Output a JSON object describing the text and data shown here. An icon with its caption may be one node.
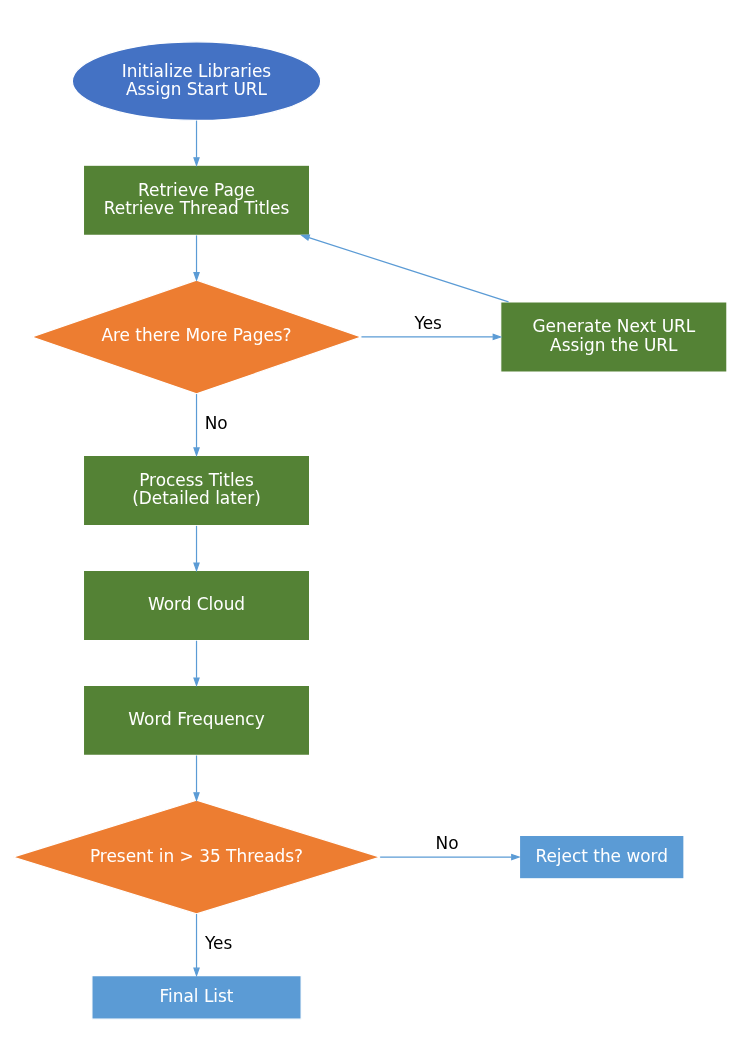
{
  "diagram": {
    "nodes": [
      {
        "text": [
          "Initialize Libraries",
          "Assign Start URL"
        ]
      },
      {
        "text": [
          "Retrieve Page",
          "Retrieve Thread Titles"
        ]
      },
      {
        "text": [
          "Are there More Pages?"
        ]
      },
      {
        "text": [
          "Generate Next URL",
          "Assign the URL"
        ]
      },
      {
        "text": [
          "Process Titles",
          "(Detailed later)"
        ]
      },
      {
        "text": [
          "Word Cloud"
        ]
      },
      {
        "text": [
          "Word Frequency"
        ]
      },
      {
        "text": [
          "Present in > 35 Threads?"
        ]
      },
      {
        "text": [
          "Reject the word"
        ]
      },
      {
        "text": [
          "Final List"
        ]
      }
    ],
    "edges": [
      {
        "from": 0,
        "to": 1,
        "arrow": "to"
      },
      {
        "from": 1,
        "to": 2,
        "arrow": "to"
      },
      {
        "from": 2,
        "to": 3,
        "arrow": "to",
        "label": "Yes"
      },
      {
        "from": 3,
        "to": 1,
        "arrow": "to"
      },
      {
        "from": 2,
        "to": 4,
        "arrow": "to",
        "label": "No"
      },
      {
        "from": 4,
        "to": 5,
        "arrow": "to"
      },
      {
        "from": 5,
        "to": 6,
        "arrow": "to"
      },
      {
        "from": 6,
        "to": 7,
        "arrow": "to"
      },
      {
        "from": 7,
        "to": 8,
        "arrow": "to",
        "label": "No"
      },
      {
        "from": 7,
        "to": 9,
        "arrow": "to",
        "label": "Yes"
      }
    ]
  }
}
